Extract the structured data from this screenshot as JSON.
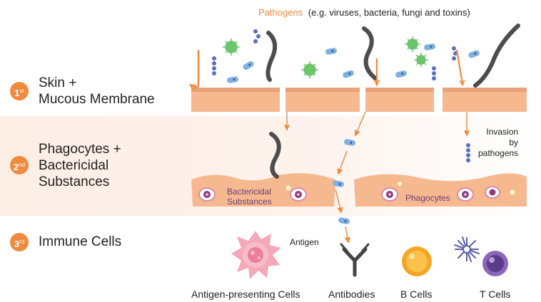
{
  "title": {
    "pathogens": "Pathogens",
    "examples": "(e.g. viruses, bacteria, fungi and toxins)"
  },
  "tiers": [
    {
      "number": "1",
      "suffix": "st",
      "lines": [
        "Skin +",
        "Mucous Membrane"
      ]
    },
    {
      "number": "2",
      "suffix": "nd",
      "lines": [
        "Phagocytes +",
        "Bactericidal",
        "Substances"
      ]
    },
    {
      "number": "3",
      "suffix": "rd",
      "lines": [
        "Immune Cells"
      ]
    }
  ],
  "labels": {
    "invasion": [
      "Invasion",
      "by",
      "pathogens"
    ],
    "bactericidal": [
      "Bactericidal",
      "Substances"
    ],
    "phagocytes": "Phagocytes",
    "antigen": "Antigen"
  },
  "cells": [
    "Antigen-presenting Cells",
    "Antibodies",
    "B Cells",
    "T Cells"
  ],
  "colors": {
    "accent": "#f08a3c",
    "tissue": "#f6b98f",
    "tissue_edge": "#e49a6c",
    "band": "#fdeee6",
    "label_purple": "#6b3b7a"
  }
}
